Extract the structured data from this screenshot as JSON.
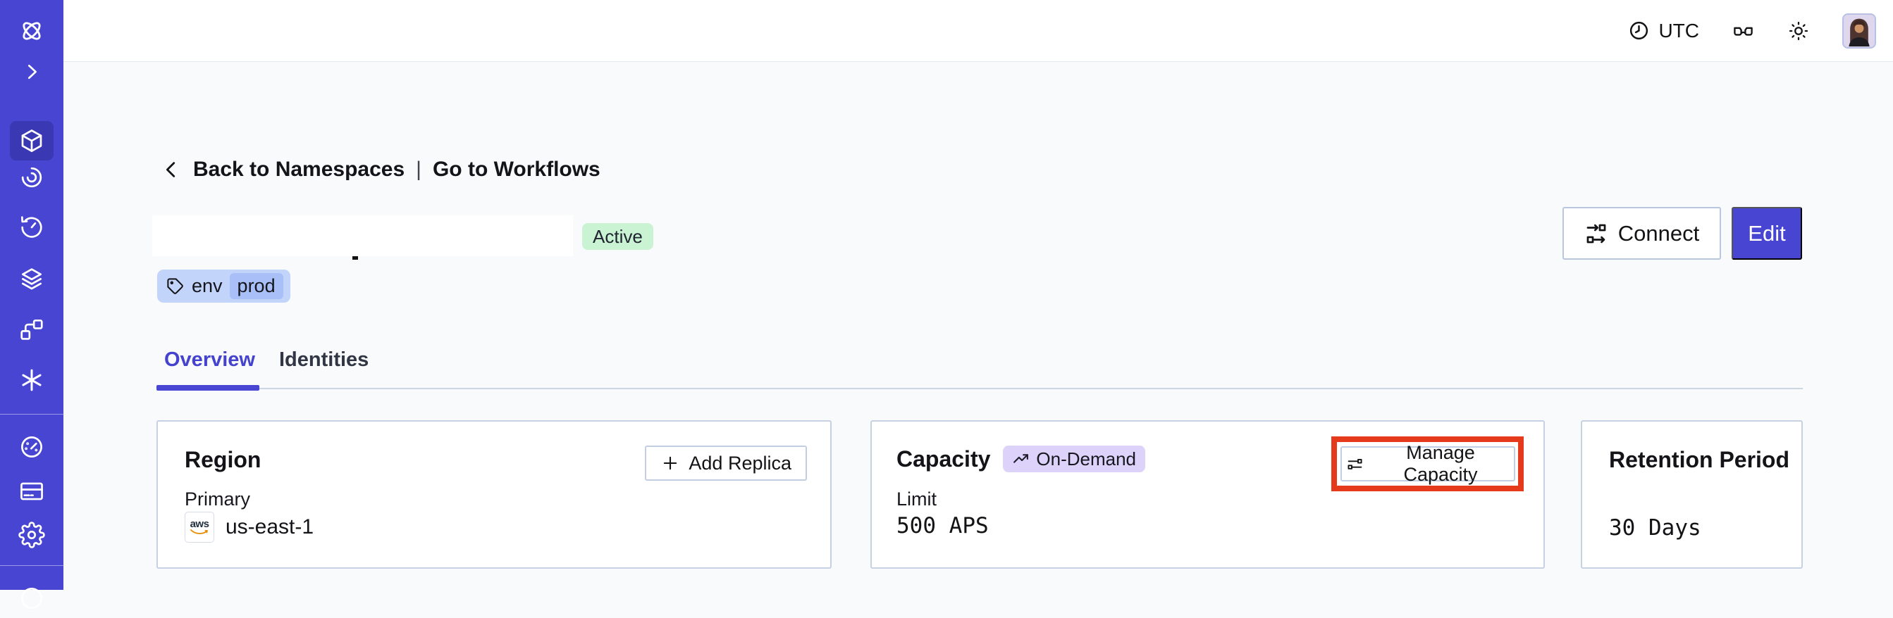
{
  "topbar": {
    "timezone": "UTC"
  },
  "sidebar": {
    "items": [
      "temporal-logo",
      "expand-sidebar",
      "namespaces",
      "workflows",
      "schedules",
      "batch-operations",
      "deployments",
      "nexus",
      "usage",
      "billing",
      "settings",
      "help"
    ]
  },
  "breadcrumb": {
    "back_label": "Back to Namespaces",
    "separator": "|",
    "workflows_label": "Go to Workflows"
  },
  "namespace": {
    "status_badge": "Active",
    "tag": {
      "key": "env",
      "value": "prod"
    }
  },
  "header_actions": {
    "connect_label": "Connect",
    "edit_label": "Edit"
  },
  "tabs": [
    {
      "label": "Overview",
      "active": true
    },
    {
      "label": "Identities",
      "active": false
    }
  ],
  "cards": {
    "region": {
      "title": "Region",
      "add_replica_label": "Add Replica",
      "primary_label": "Primary",
      "provider": "aws",
      "region_value": "us-east-1"
    },
    "capacity": {
      "title": "Capacity",
      "mode_badge": "On-Demand",
      "limit_label": "Limit",
      "limit_value": "500 APS",
      "manage_label": "Manage Capacity"
    },
    "retention": {
      "title": "Retention Period",
      "value": "30 Days"
    }
  },
  "colors": {
    "accent": "#4845d2",
    "sidebar_bg": "#4845d2",
    "highlight_box": "#e53a1c",
    "status_active_bg": "#c9f3d2",
    "tag_bg": "#c3d4fb",
    "tag_inner_bg": "#a8bff7",
    "mode_badge_bg": "#ddd3fa",
    "page_bg": "#f8fafc"
  }
}
